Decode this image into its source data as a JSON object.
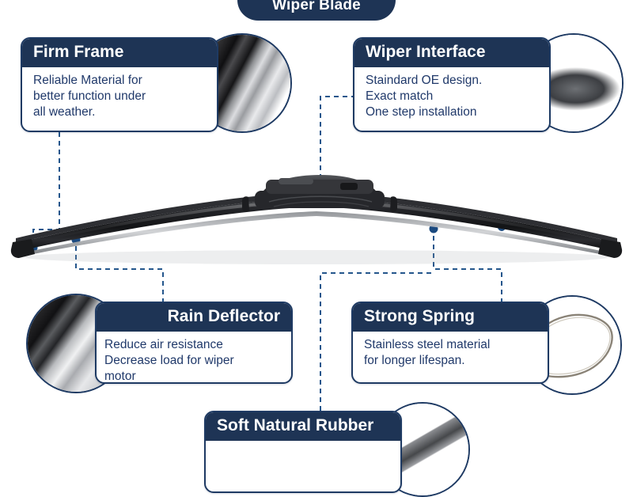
{
  "page": {
    "title": "Wiper Blade",
    "background": "#ffffff",
    "accent_navy": "#1e3455",
    "border_navy": "#1e3a63",
    "text_navy": "#20396a",
    "marker_blue": "#1b4a80"
  },
  "product": {
    "name": "beam-wiper-blade",
    "alt": "Frameless beam windshield wiper blade, side view"
  },
  "callouts": [
    {
      "id": "firm-frame",
      "title": "Firm Frame",
      "body": "Reliable Material for\nbetter function under\nall weather.",
      "image_name": "firm-frame-detail-photo",
      "image_position": "right"
    },
    {
      "id": "wiper-interface",
      "title": "Wiper Interface",
      "body": "Staindard OE design.\nExact match\nOne step installation",
      "image_name": "wiper-interface-detail-photo",
      "image_position": "right"
    },
    {
      "id": "rain-deflector",
      "title": "Rain Deflector",
      "body": "Reduce air resistance\nDecrease load for wiper\nmotor",
      "image_name": "rain-deflector-detail-photo",
      "image_position": "left"
    },
    {
      "id": "strong-spring",
      "title": "Strong Spring",
      "body": "Stainless steel material\nfor longer lifespan.",
      "image_name": "strong-spring-detail-photo",
      "image_position": "right"
    },
    {
      "id": "soft-natural-rubber",
      "title": "Soft Natural Rubber",
      "body": "",
      "image_name": "soft-natural-rubber-detail-photo",
      "image_position": "right"
    }
  ]
}
